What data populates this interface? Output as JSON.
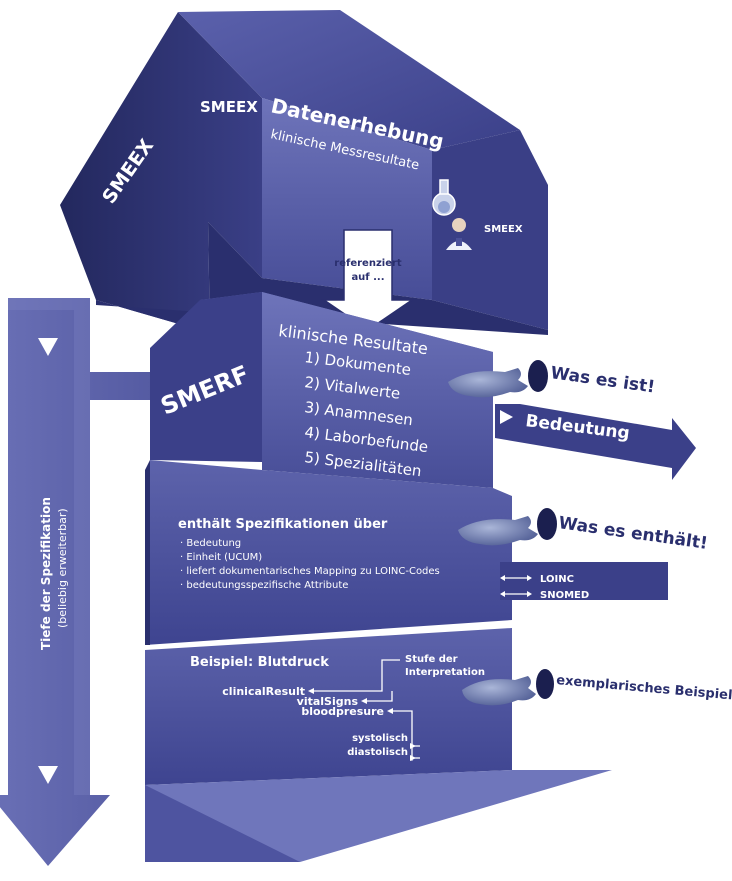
{
  "top_box": {
    "brand_front": "SMEEX",
    "brand_side_left": "SMEEX",
    "brand_side_right": "SMEEX",
    "title": "Datenerhebung",
    "subtitle": "klinische Messresultate",
    "icons": [
      "flask-icon",
      "doctor-icon"
    ]
  },
  "ref_arrow": {
    "line1": "referenziert",
    "line2": "auf ..."
  },
  "smerf_box": {
    "brand": "SMERF",
    "heading": "klinische Resultate",
    "items": [
      "1) Dokumente",
      "2) Vitalwerte",
      "3) Anamnesen",
      "4) Laborbefunde",
      "5) Spezialitäten"
    ]
  },
  "right_notes": {
    "was_es_ist": "Was es ist!",
    "bedeutung": "Bedeutung",
    "was_es_enthaelt": "Was es enthält!",
    "beispiel": "exemplarisches Beispiel"
  },
  "spec_panel": {
    "title": "enthält Spezifikationen über",
    "items": [
      "· Bedeutung",
      "· Einheit (UCUM)",
      "· liefert dokumentarisches Mapping zu LOINC-Codes",
      "· bedeutungsspezifische Attribute"
    ],
    "codes": [
      "LOINC",
      "SNOMED"
    ]
  },
  "example_panel": {
    "title": "Beispiel: Blutdruck",
    "stufe_line1": "Stufe der",
    "stufe_line2": "Interpretation",
    "levels": [
      "clinicalResult",
      "vitalSigns",
      "bloodpresure"
    ],
    "values": [
      "systolisch",
      "diastolisch"
    ]
  },
  "depth_axis": {
    "label": "Tiefe der Spezifikation",
    "sublabel": "(beliebig erweiterbar)"
  },
  "colors": {
    "dark": "#2a2f6e",
    "mid": "#4a5098",
    "light": "#6f76bb",
    "panel": "#5a60a8"
  }
}
